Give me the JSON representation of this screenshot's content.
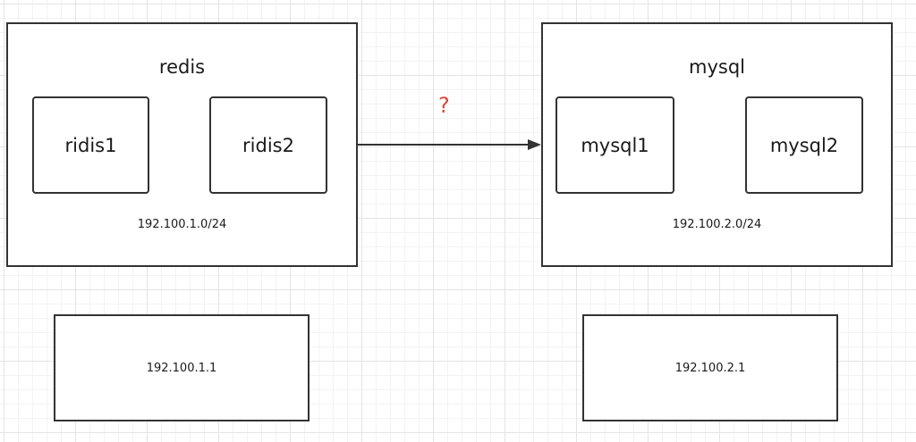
{
  "groups": {
    "redis": {
      "title": "redis",
      "nodes": [
        "ridis1",
        "ridis2"
      ],
      "subnet": "192.100.1.0/24",
      "gateway": "192.100.1.1"
    },
    "mysql": {
      "title": "mysql",
      "nodes": [
        "mysql1",
        "mysql2"
      ],
      "subnet": "192.100.2.0/24",
      "gateway": "192.100.2.1"
    }
  },
  "connector": {
    "label": "?",
    "label_color": "#e0443a",
    "line_color": "#333333"
  }
}
